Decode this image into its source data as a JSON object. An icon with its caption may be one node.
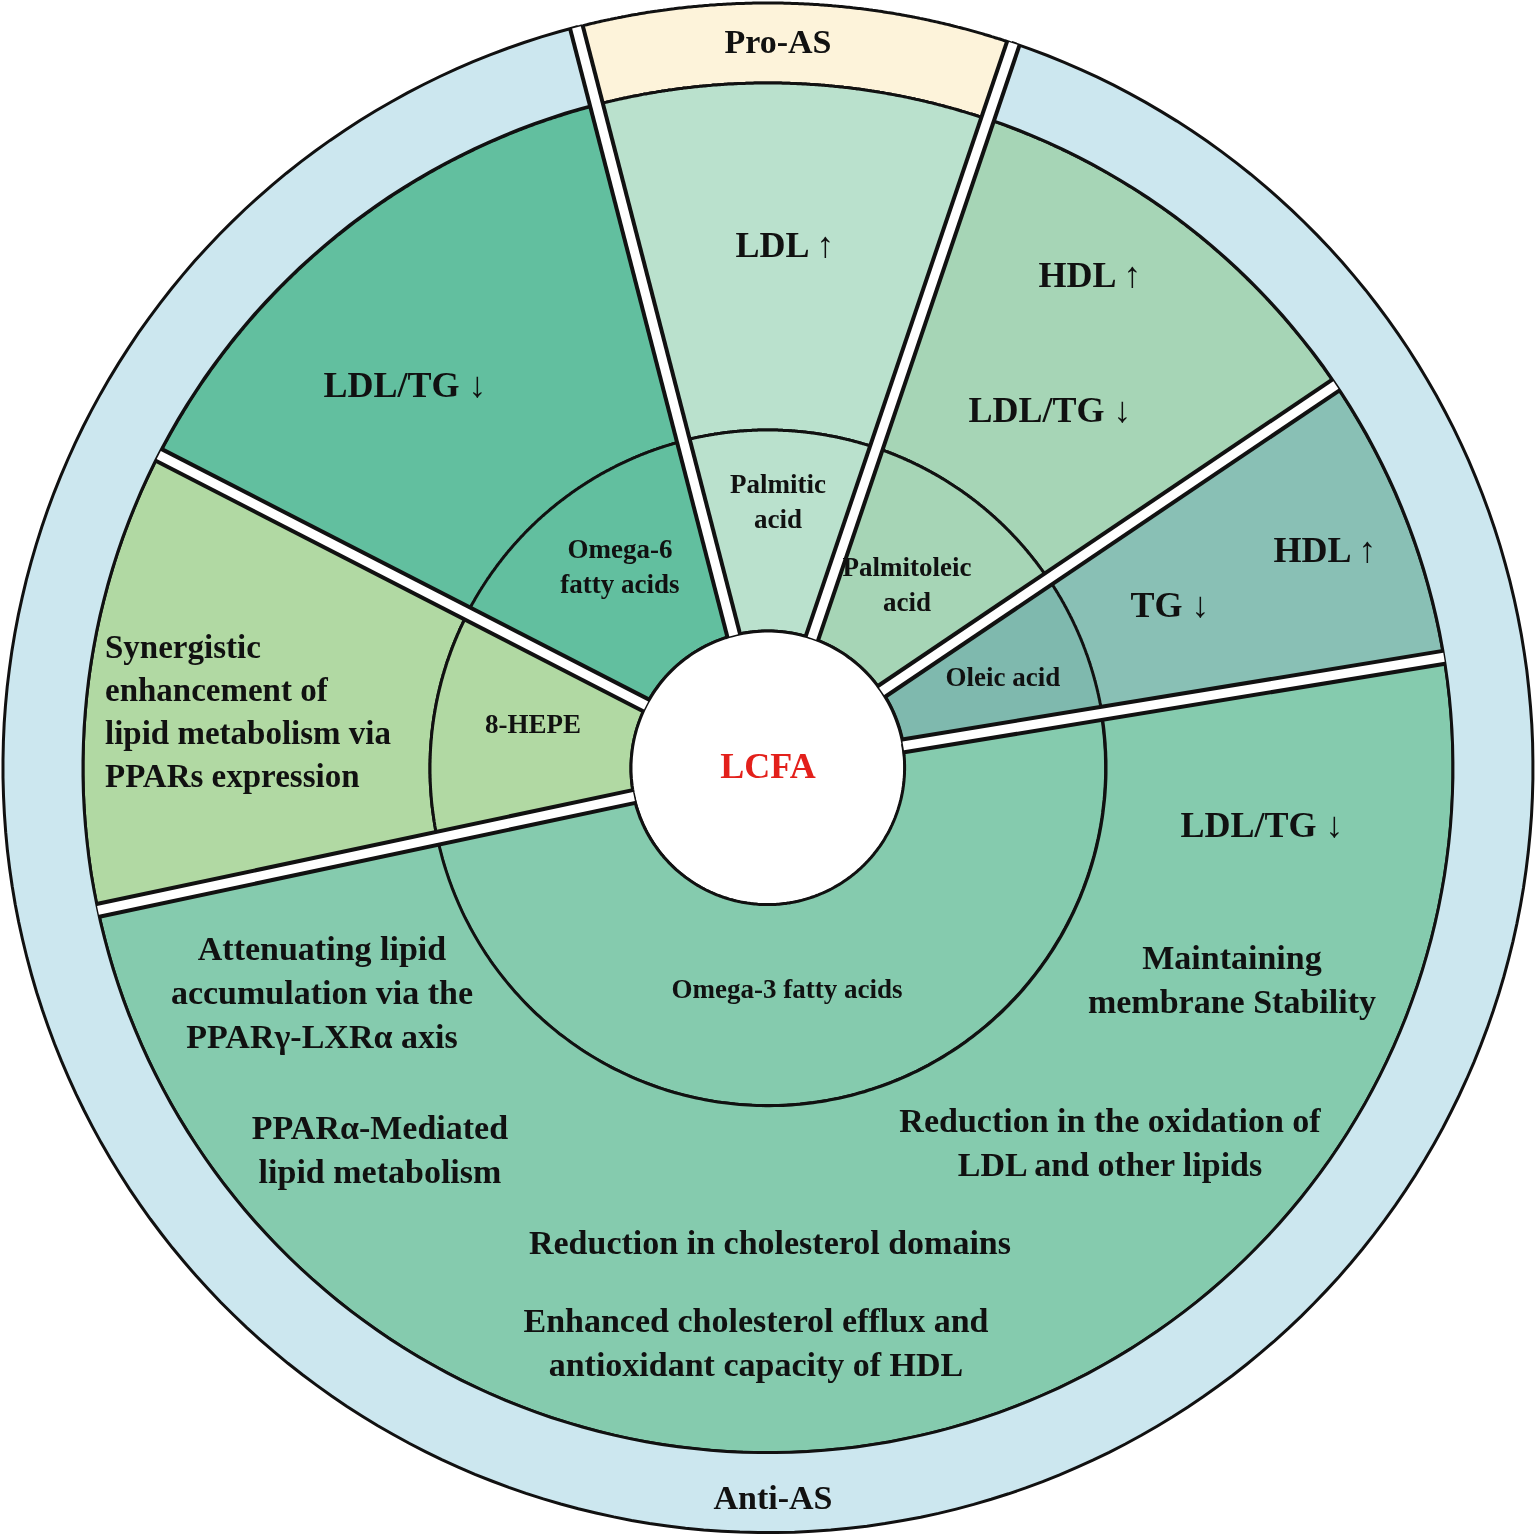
{
  "diagram": {
    "nodes": [
      {
        "text": [
          "Pro-AS"
        ]
      },
      {
        "text": [
          "LDL/TG ↓"
        ]
      },
      {
        "text": [
          "LDL ↑"
        ]
      },
      {
        "text": [
          "HDL ↑",
          "LDL/TG ↓"
        ]
      },
      {
        "text": [
          "HDL ↑",
          "TG ↓"
        ]
      },
      {
        "text": [
          "Synergistic enhancement of lipid metabolism via PPARs expression"
        ]
      },
      {
        "text": [
          "Omega-6 fatty acids"
        ]
      },
      {
        "text": [
          "Palmitic acid"
        ]
      },
      {
        "text": [
          "Palmitoleic acid"
        ]
      },
      {
        "text": [
          "Oleic acid"
        ]
      },
      {
        "text": [
          "8-HEPE"
        ]
      },
      {
        "text": [
          "LCFA"
        ]
      },
      {
        "text": [
          "Omega-3 fatty acids"
        ]
      },
      {
        "text": [
          "LDL/TG ↓",
          "Attenuating lipid accumulation via the PPARγ-LXRα axis",
          "Maintaining membrane Stability",
          "PPARα-Mediated lipid metabolism",
          "Reduction in the oxidation of LDL and other lipids",
          "Reduction in cholesterol domains",
          "Enhanced cholesterol efflux and antioxidant capacity of HDL"
        ]
      },
      {
        "text": [
          "Anti-AS"
        ]
      }
    ]
  }
}
